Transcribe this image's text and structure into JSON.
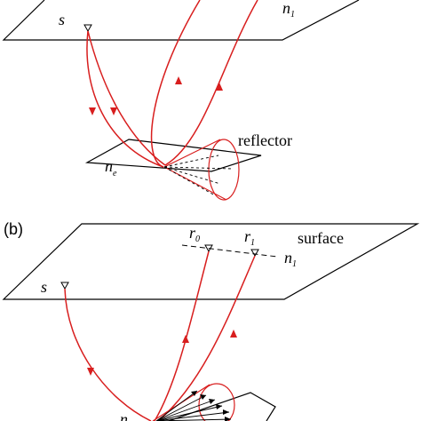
{
  "panel_a": {
    "source_label": "s",
    "receiver_line_label": "n",
    "receiver_line_sub": "1",
    "reflector_label": "reflector",
    "node_label": "n",
    "node_sub": "e"
  },
  "panel_b": {
    "panel_tag": "(b)",
    "surface_label": "surface",
    "source_label": "s",
    "receiver0_label": "r",
    "receiver0_sub": "0",
    "receiver1_label": "r",
    "receiver1_sub": "1",
    "receiver_line_label": "n",
    "receiver_line_sub": "1",
    "node_label": "n"
  },
  "colors": {
    "ray": "#d81e1e",
    "line": "#000000"
  }
}
